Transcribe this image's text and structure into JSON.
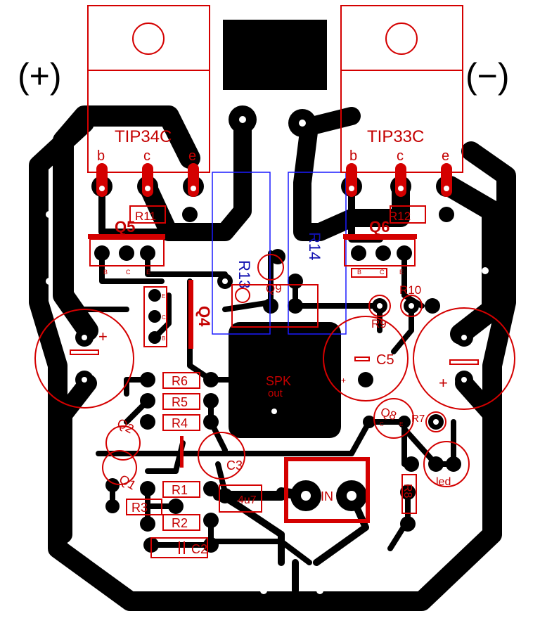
{
  "board": {
    "polarity_left": "(+)",
    "polarity_right": "(−)"
  },
  "transistors": {
    "left_power": {
      "part": "TIP34C",
      "pins": [
        "b",
        "c",
        "e"
      ]
    },
    "right_power": {
      "part": "TIP33C",
      "pins": [
        "b",
        "c",
        "e"
      ]
    },
    "q5": {
      "ref": "Q5",
      "pins": [
        "B",
        "C",
        "E"
      ]
    },
    "q6": {
      "ref": "Q6",
      "pins": [
        "B",
        "C",
        "E"
      ]
    },
    "q4": {
      "ref": "Q4",
      "pins": [
        "E",
        "C",
        "B"
      ]
    },
    "q9": {
      "ref": "Q9"
    },
    "q2": {
      "ref": "Q2"
    },
    "q1": {
      "ref": "Q1"
    },
    "q8": {
      "ref": "Q8",
      "pins": [
        "C",
        "E"
      ]
    }
  },
  "resistors": {
    "r1": "R1",
    "r2": "R2",
    "r3": "R3",
    "r4": "R4",
    "r5": "R5",
    "r6": "R6",
    "r7": "R7",
    "r8": "R8",
    "r9": "R9",
    "r10": "R10",
    "r11": "R11",
    "r12": "R12",
    "r13": "R13",
    "r14": "R14"
  },
  "capacitors": {
    "c2": "C2",
    "c3": "C3",
    "c5": "C5",
    "c3_value": "4u7",
    "plus": "+"
  },
  "connectors": {
    "speaker_line1": "SPK",
    "speaker_line2": "out",
    "input": "IN",
    "led": "led"
  },
  "colors": {
    "copper": "#000000",
    "silkscreen": "#d40000",
    "resistor_outline": "#1a1aff",
    "background": "#ffffff"
  }
}
